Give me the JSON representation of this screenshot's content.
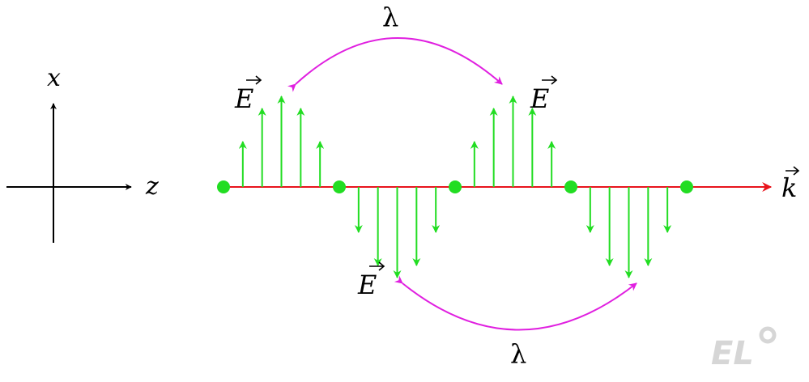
{
  "axes": {
    "x_label": "x",
    "z_label": "z"
  },
  "wave": {
    "field_label": "E",
    "k_label": "k",
    "wavelength_label": "λ",
    "cycles": 2,
    "samples_per_half": 5
  },
  "logo": {
    "text": "EL"
  },
  "colors": {
    "axis": "#000000",
    "propagation": "#e8141c",
    "field": "#22dd22",
    "node": "#22dd22",
    "wavelength": "#e020e0",
    "logo": "#d6d6d6"
  }
}
